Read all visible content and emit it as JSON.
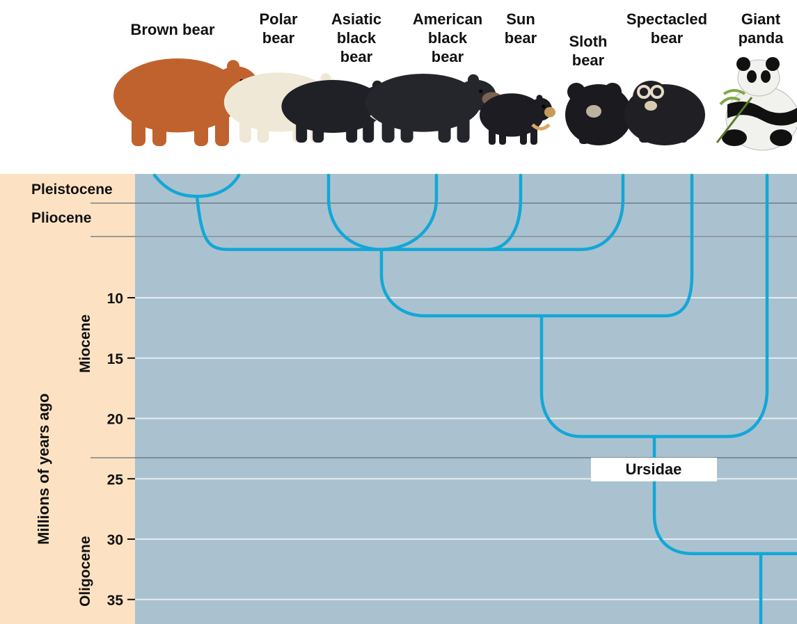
{
  "colors": {
    "panel": "#aac2cf",
    "sidebar": "#fce2c3",
    "branch": "#13a7d8",
    "gridline": "#e3edf2",
    "epoch_line": "#5f6e77"
  },
  "bears": [
    {
      "lines": [
        "Brown bear"
      ],
      "species": "brown-bear",
      "fur": "#c0622e"
    },
    {
      "lines": [
        "Polar",
        "bear"
      ],
      "species": "polar-bear",
      "fur": "#efe8d6"
    },
    {
      "lines": [
        "Asiatic",
        "black",
        "bear"
      ],
      "species": "asiatic-black-bear",
      "fur": "#1f2126"
    },
    {
      "lines": [
        "American",
        "black",
        "bear"
      ],
      "species": "american-black-bear",
      "fur": "#24262c"
    },
    {
      "lines": [
        "Sun",
        "bear"
      ],
      "species": "sun-bear",
      "fur": "#1c1c22"
    },
    {
      "lines": [
        "Sloth",
        "bear"
      ],
      "species": "sloth-bear",
      "fur": "#1a1a1f"
    },
    {
      "lines": [
        "Spectacled",
        "bear"
      ],
      "species": "spectacled-bear",
      "fur": "#202024"
    },
    {
      "lines": [
        "Giant",
        "panda"
      ],
      "species": "giant-panda",
      "fur": "#f1f1ee"
    }
  ],
  "axis": {
    "label": "Millions of years ago",
    "ticks": [
      10,
      15,
      20,
      25,
      30,
      35
    ],
    "epochs": [
      "Pleistocene",
      "Pliocene",
      "Miocene",
      "Oligocene"
    ]
  },
  "tree": {
    "group_label": "Ursidae",
    "divergences_mya": {
      "brown_polar": 1.6,
      "ursine_group": 6,
      "spectacled": 11.5,
      "panda": 21.5,
      "ursidae_root": 31.2
    }
  }
}
